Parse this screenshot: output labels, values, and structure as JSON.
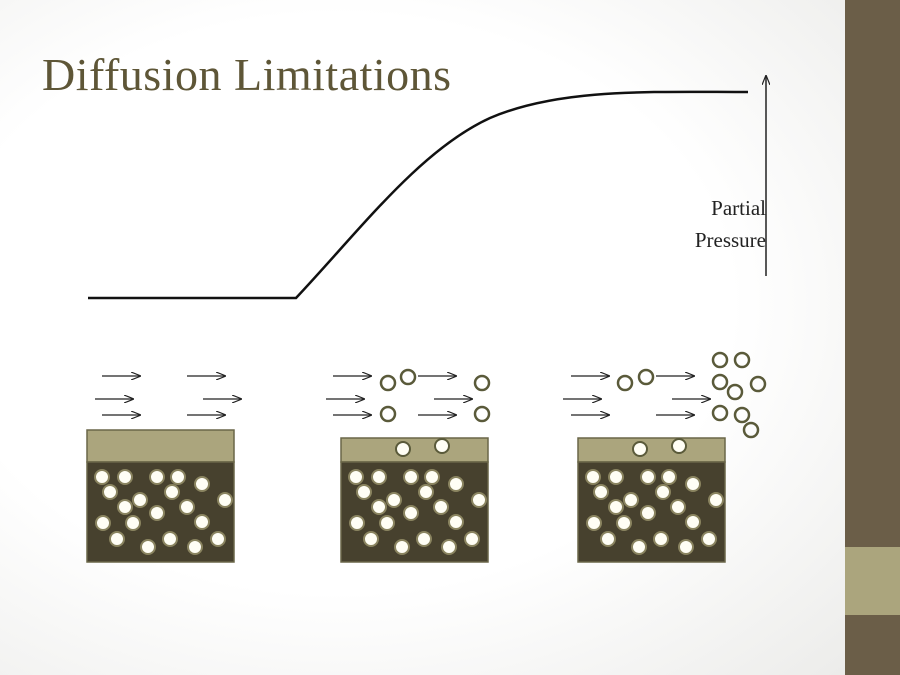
{
  "slide": {
    "title": "Diffusion Limitations",
    "axis_label_line1": "Partial",
    "axis_label_line2": "Pressure"
  },
  "colors": {
    "title": "#5e5637",
    "sidebar": "#6b5e48",
    "sidebar_accent": "#aba57d",
    "membrane": "#aba57d",
    "tissue": "#47412e",
    "bead_ring": "#5a5a3a"
  },
  "panels": [
    {
      "name": "no-diffusion",
      "membrane": "thick",
      "gas_molecules_in_flow": 0,
      "molecules_in_membrane": 0
    },
    {
      "name": "partial-diffusion",
      "membrane": "thin",
      "gas_molecules_in_flow": 5,
      "molecules_in_membrane": 2
    },
    {
      "name": "saturated-diffusion",
      "membrane": "thin",
      "gas_molecules_in_flow": 10,
      "molecules_in_membrane": 2
    }
  ]
}
